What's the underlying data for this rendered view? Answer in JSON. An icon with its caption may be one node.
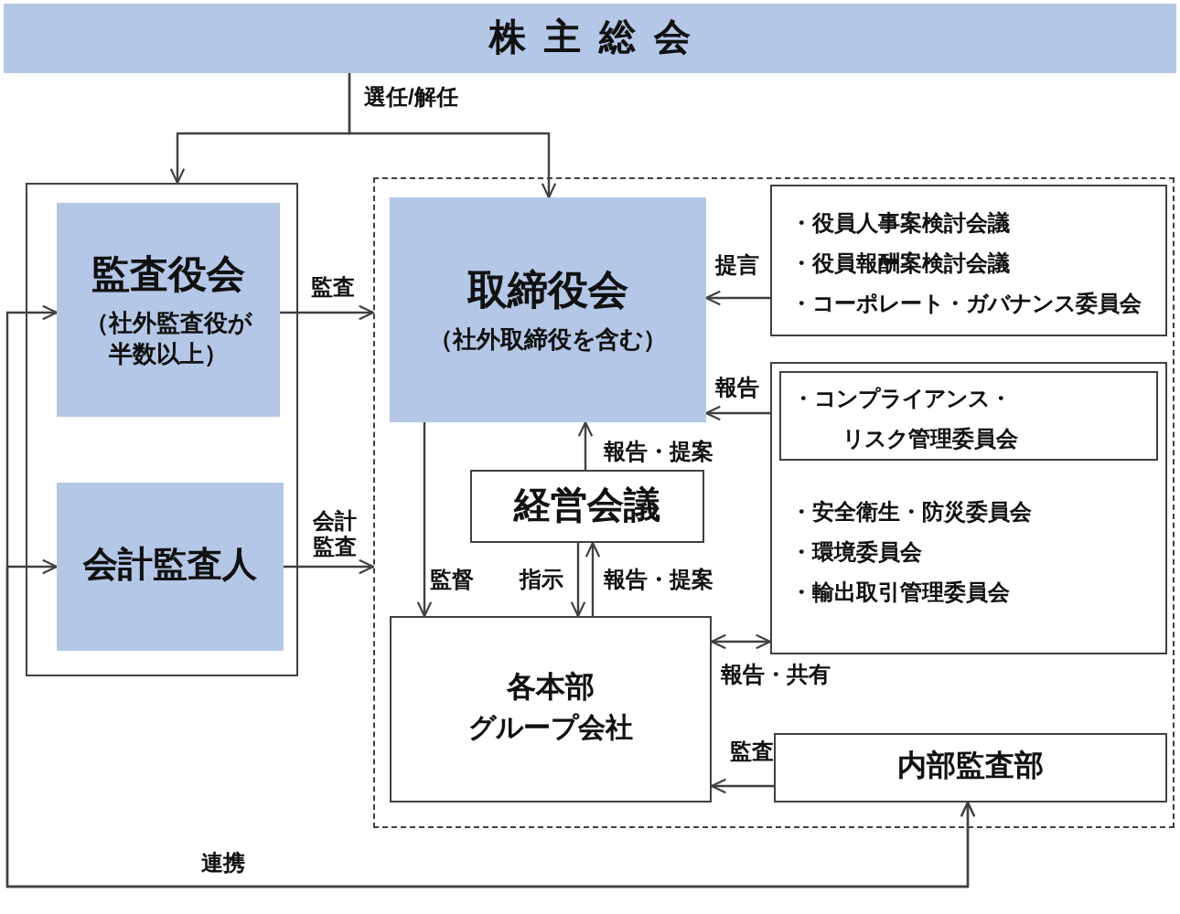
{
  "diagram": {
    "nodes": [
      {
        "text": [
          "株主総会"
        ]
      },
      {
        "text": [],
        "shape": "box"
      },
      {
        "text": [
          "監査役会",
          "（社外監査役が半数以上）"
        ],
        "in": 1
      },
      {
        "text": [
          "会計監査人"
        ],
        "in": 1
      },
      {
        "text": [],
        "shape": "box"
      },
      {
        "text": [
          "取締役会",
          "（社外取締役を含む）"
        ],
        "in": 4
      },
      {
        "text": [
          "・役員人事案検討会議",
          "・役員報酬案検討会議",
          "・コーポレート・ガバナンス委員会"
        ],
        "in": 4
      },
      {
        "text": [
          "・安全衛生・防災委員会",
          "・環境委員会",
          "・輸出取引管理委員会"
        ],
        "in": 4
      },
      {
        "text": [
          "・コンプライアンス・リスク管理委員会"
        ],
        "in": 7
      },
      {
        "text": [
          "経営会議"
        ],
        "in": 4
      },
      {
        "text": [
          "各本部",
          "グループ会社"
        ],
        "in": 4
      },
      {
        "text": [
          "内部監査部"
        ],
        "in": 4
      }
    ],
    "edges": [
      {
        "from": 0,
        "to": 1,
        "arrow": "to",
        "label": "選任/解任"
      },
      {
        "from": 0,
        "to": 5,
        "arrow": "to"
      },
      {
        "from": 2,
        "to": 4,
        "arrow": "to",
        "label": "監査"
      },
      {
        "from": 3,
        "to": 4,
        "arrow": "to",
        "label": "会計監査"
      },
      {
        "from": 6,
        "to": 5,
        "arrow": "to",
        "label": "提言"
      },
      {
        "from": 7,
        "to": 5,
        "arrow": "to",
        "label": "報告"
      },
      {
        "from": 9,
        "to": 5,
        "arrow": "to",
        "label": "報告・提案"
      },
      {
        "from": 5,
        "to": 10,
        "arrow": "to",
        "label": "監督"
      },
      {
        "from": 9,
        "to": 10,
        "arrow": "to",
        "label": "指示"
      },
      {
        "from": 10,
        "to": 9,
        "arrow": "to",
        "label": "報告・提案"
      },
      {
        "from": 10,
        "to": 7,
        "arrow": "both",
        "label": "報告・共有"
      },
      {
        "from": 11,
        "to": 10,
        "arrow": "to",
        "label": "監査"
      },
      {
        "from": 2,
        "to": 11,
        "arrow": "both",
        "label": "連携"
      },
      {
        "from": 3,
        "to": 11,
        "arrow": "both"
      }
    ]
  }
}
